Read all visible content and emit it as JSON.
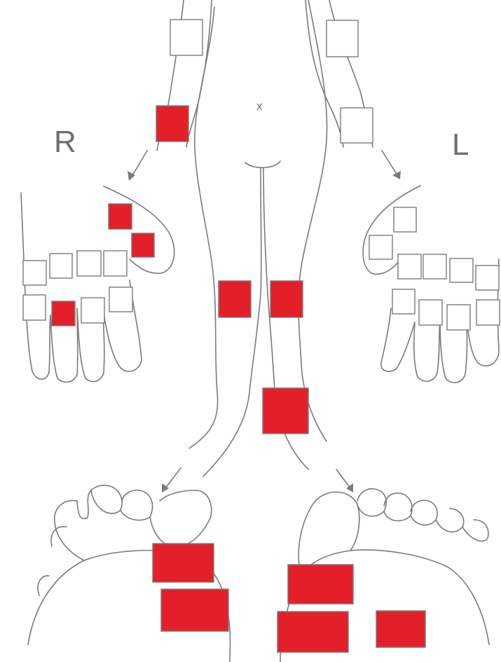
{
  "labels": {
    "right_side": "R",
    "left_side": "L",
    "center_mark": "x"
  },
  "colors": {
    "affected": "#e3202a",
    "unaffected": "#ffffff",
    "line": "#7a7a7a"
  },
  "legend_note": "",
  "joint_sites": [
    {
      "id": "right-wrist-upper",
      "state": "unaffected"
    },
    {
      "id": "right-wrist-lower",
      "state": "affected"
    },
    {
      "id": "left-wrist-upper",
      "state": "unaffected"
    },
    {
      "id": "left-wrist-lower",
      "state": "unaffected"
    },
    {
      "id": "right-hand-thumb-ip",
      "state": "affected"
    },
    {
      "id": "right-hand-thumb-mcp",
      "state": "affected"
    },
    {
      "id": "right-hand-mcp-5",
      "state": "unaffected"
    },
    {
      "id": "right-hand-mcp-4",
      "state": "unaffected"
    },
    {
      "id": "right-hand-mcp-3",
      "state": "unaffected"
    },
    {
      "id": "right-hand-mcp-2",
      "state": "unaffected"
    },
    {
      "id": "right-hand-pip-5",
      "state": "unaffected"
    },
    {
      "id": "right-hand-pip-4",
      "state": "affected"
    },
    {
      "id": "right-hand-pip-3",
      "state": "unaffected"
    },
    {
      "id": "right-hand-pip-2",
      "state": "unaffected"
    },
    {
      "id": "left-hand-thumb-ip",
      "state": "unaffected"
    },
    {
      "id": "left-hand-thumb-mcp",
      "state": "unaffected"
    },
    {
      "id": "left-hand-mcp-2",
      "state": "unaffected"
    },
    {
      "id": "left-hand-mcp-3",
      "state": "unaffected"
    },
    {
      "id": "left-hand-mcp-4",
      "state": "unaffected"
    },
    {
      "id": "left-hand-mcp-5",
      "state": "unaffected"
    },
    {
      "id": "left-hand-pip-2",
      "state": "unaffected"
    },
    {
      "id": "left-hand-pip-3",
      "state": "unaffected"
    },
    {
      "id": "left-hand-pip-4",
      "state": "unaffected"
    },
    {
      "id": "left-hand-pip-5",
      "state": "unaffected"
    },
    {
      "id": "right-knee",
      "state": "affected"
    },
    {
      "id": "left-knee",
      "state": "affected"
    },
    {
      "id": "left-ankle",
      "state": "affected"
    },
    {
      "id": "right-foot-mtp-1",
      "state": "affected"
    },
    {
      "id": "right-foot-midfoot",
      "state": "affected"
    },
    {
      "id": "left-foot-mtp-1",
      "state": "affected"
    },
    {
      "id": "left-foot-midfoot",
      "state": "affected"
    },
    {
      "id": "left-foot-lateral",
      "state": "affected"
    }
  ]
}
